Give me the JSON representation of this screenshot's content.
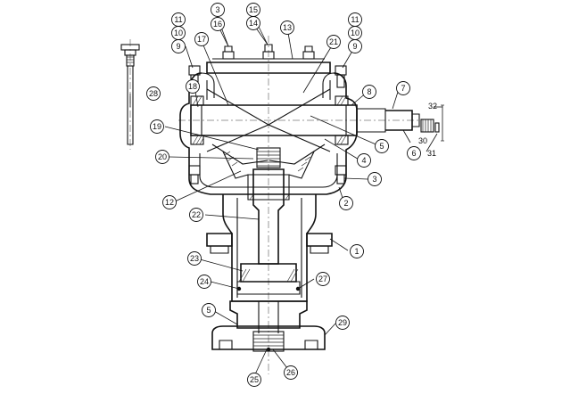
{
  "callouts": [
    {
      "label": "3"
    },
    {
      "label": "16"
    },
    {
      "label": "15"
    },
    {
      "label": "14"
    },
    {
      "label": "13"
    },
    {
      "label": "11"
    },
    {
      "label": "10"
    },
    {
      "label": "9"
    },
    {
      "label": "17"
    },
    {
      "label": "21"
    },
    {
      "label": "11"
    },
    {
      "label": "10"
    },
    {
      "label": "9"
    },
    {
      "label": "18"
    },
    {
      "label": "28"
    },
    {
      "label": "8"
    },
    {
      "label": "7"
    },
    {
      "label": "19"
    },
    {
      "label": "5"
    },
    {
      "label": "20"
    },
    {
      "label": "4"
    },
    {
      "label": "6"
    },
    {
      "label": "3"
    },
    {
      "label": "12"
    },
    {
      "label": "2"
    },
    {
      "label": "22"
    },
    {
      "label": "1"
    },
    {
      "label": "23"
    },
    {
      "label": "24"
    },
    {
      "label": "27"
    },
    {
      "label": "5"
    },
    {
      "label": "29"
    },
    {
      "label": "25"
    },
    {
      "label": "26"
    }
  ],
  "plain_labels": [
    {
      "label": "32"
    },
    {
      "label": "30"
    },
    {
      "label": "31"
    }
  ]
}
